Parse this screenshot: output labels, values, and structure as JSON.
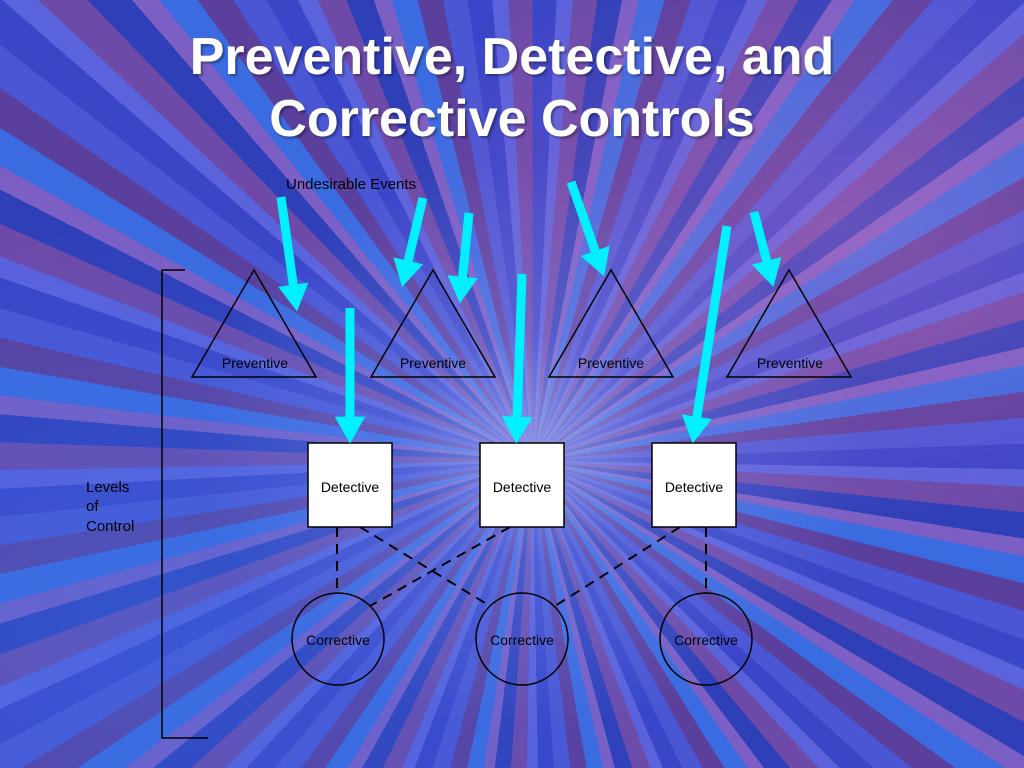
{
  "slide": {
    "title_line1": "Preventive, Detective, and",
    "title_line2": "Corrective Controls"
  },
  "diagram": {
    "events_label": "Undesirable Events",
    "levels_label": [
      "Levels",
      "of",
      "Control"
    ],
    "preventive": [
      "Preventive",
      "Preventive",
      "Preventive",
      "Preventive"
    ],
    "detective": [
      "Detective",
      "Detective",
      "Detective"
    ],
    "corrective": [
      "Corrective",
      "Corrective",
      "Corrective"
    ]
  },
  "colors": {
    "arrow": "#00f0ff",
    "outline": "#000000",
    "box_fill": "#ffffff",
    "title_text": "#ffffff"
  }
}
